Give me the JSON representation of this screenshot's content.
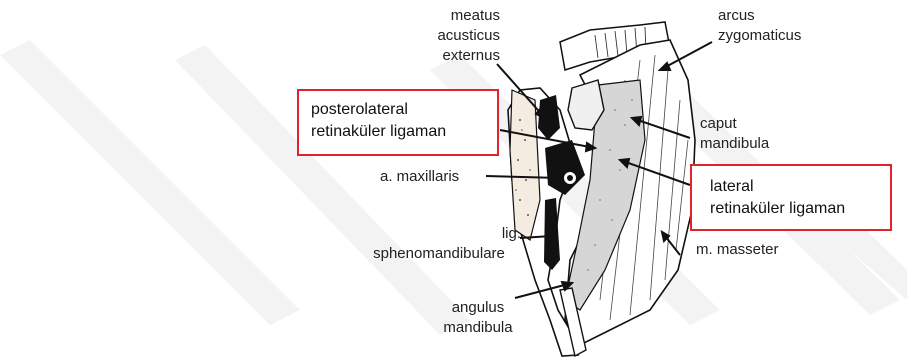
{
  "labels": {
    "meatus": [
      "meatus",
      "acusticus",
      "externus"
    ],
    "arcus": [
      "arcus",
      "zygomaticus"
    ],
    "caput": [
      "caput",
      "mandibula"
    ],
    "maxillaris": "a. maxillaris",
    "lig": [
      "lig.",
      "sphenomandibulare"
    ],
    "masseter": "m. masseter",
    "angulus": [
      "angulus",
      "mandibula"
    ]
  },
  "boxes": {
    "posterolateral": [
      "posterolateral",
      "retinaküler ligaman"
    ],
    "lateral": [
      "lateral",
      "retinaküler ligaman"
    ]
  },
  "colors": {
    "box_border": "#e0242b",
    "watermark": "#f1f1f1",
    "line": "#111111"
  }
}
